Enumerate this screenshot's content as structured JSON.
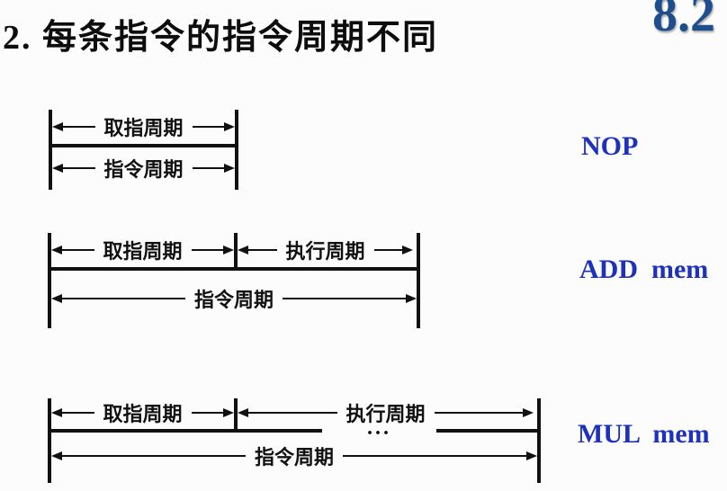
{
  "title": "2. 每条指令的指令周期不同",
  "section_number": "8.2",
  "colors": {
    "ink": "#111111",
    "instruction_blue": "#1d31bd",
    "section_blue": "#1f4e8f",
    "background": "#fcfcfc"
  },
  "diagrams": [
    {
      "instruction": "NOP",
      "fetch_label": "取指周期",
      "instruction_cycle_label": "指令周期"
    },
    {
      "instruction": "ADD  mem",
      "fetch_label": "取指周期",
      "execute_label": "执行周期",
      "instruction_cycle_label": "指令周期"
    },
    {
      "instruction": "MUL  mem",
      "fetch_label": "取指周期",
      "execute_label": "执行周期",
      "ellipsis": "...",
      "instruction_cycle_label": "指令周期"
    }
  ]
}
